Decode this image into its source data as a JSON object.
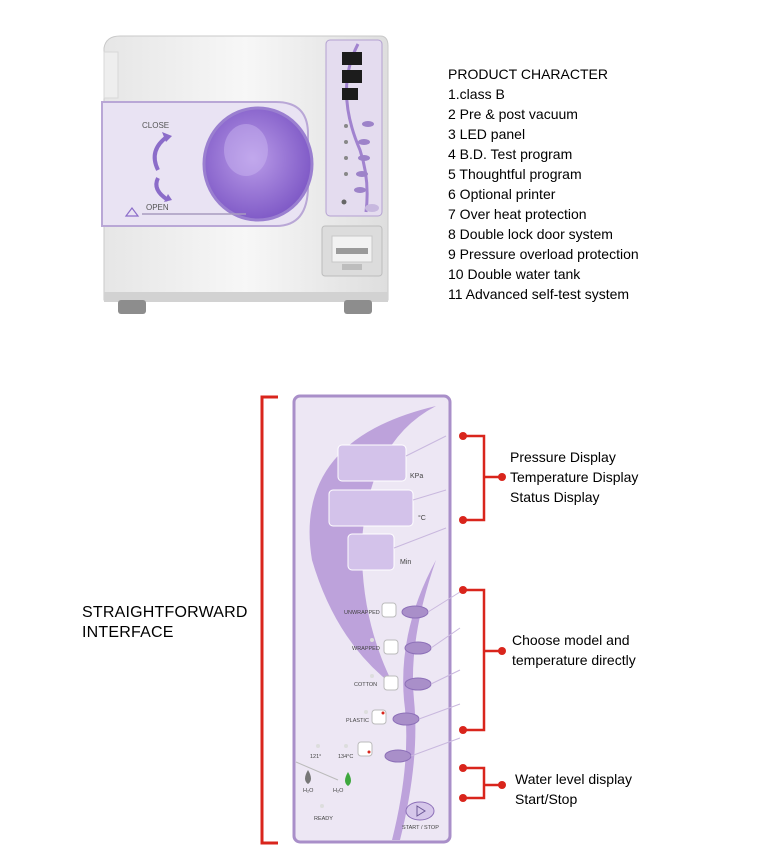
{
  "product": {
    "heading": "PRODUCT CHARACTER",
    "features": [
      "1.class B",
      "2 Pre & post vacuum",
      "3 LED panel",
      "4 B.D. Test program",
      "5 Thoughtful program",
      "6 Optional printer",
      "7 Over heat protection",
      "8 Double lock door system",
      "9 Pressure overload protection",
      "10 Double water tank",
      "11 Advanced self-test system"
    ]
  },
  "machine": {
    "door_close": "CLOSE",
    "door_open": "OPEN",
    "accent_color": "#b8a3d6"
  },
  "interface": {
    "title_line1": "STRAIGHTFORWARD",
    "title_line2": "INTERFACE",
    "bracket_color": "#d9251c",
    "panel_color": "#a98fc9"
  },
  "panel": {
    "unit_pressure": "KPa",
    "unit_temp": "°C",
    "unit_time": "Min",
    "programs": [
      "UNWRAPPED",
      "WRAPPED",
      "COTTON",
      "PLASTIC"
    ],
    "temp_121": "121°",
    "temp_134": "134°C",
    "h2o_left": "H₂O",
    "h2o_right": "H₂O",
    "ready": "READY",
    "start_stop": "START / STOP"
  },
  "callouts": {
    "group1": [
      "Pressure Display",
      "Temperature Display",
      "Status Display"
    ],
    "group2": [
      "Choose model and",
      "temperature directly"
    ],
    "group3": [
      "Water level display",
      "Start/Stop"
    ]
  }
}
